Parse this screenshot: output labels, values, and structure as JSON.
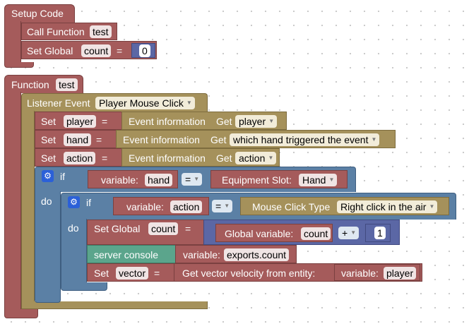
{
  "setup": {
    "title": "Setup Code",
    "call_function_label": "Call Function",
    "call_function_name": "test",
    "set_global_label": "Set Global",
    "set_global_var": "count",
    "eq": "=",
    "set_global_value": "0"
  },
  "function": {
    "title": "Function",
    "name": "test",
    "listener_label": "Listener Event",
    "listener_event": "Player Mouse Click",
    "set_label": "Set",
    "eq": "=",
    "event_info_label": "Event information",
    "get_label": "Get",
    "sets": [
      {
        "var": "player",
        "get": "player"
      },
      {
        "var": "hand",
        "get": "which hand triggered the event"
      },
      {
        "var": "action",
        "get": "action"
      }
    ],
    "if_outer": {
      "if_label": "if",
      "do_label": "do",
      "variable_label": "variable:",
      "variable": "hand",
      "op": "=",
      "slot_label": "Equipment Slot:",
      "slot_value": "Hand"
    },
    "if_inner": {
      "if_label": "if",
      "do_label": "do",
      "variable_label": "variable:",
      "variable": "action",
      "op": "=",
      "type_label": "Mouse Click Type",
      "type_value": "Right click in the air"
    },
    "inner_set_global": {
      "label": "Set Global",
      "var": "count",
      "eq": "=",
      "global_label": "Global variable:",
      "global_var": "count",
      "op": "+",
      "value": "1"
    },
    "server_console": {
      "label": "server console",
      "variable_label": "variable:",
      "variable": "exports.count"
    },
    "set_vector": {
      "label": "Set",
      "var": "vector",
      "eq": "=",
      "getter_label": "Get vector velocity from entity:",
      "variable_label": "variable:",
      "variable": "player"
    }
  }
}
